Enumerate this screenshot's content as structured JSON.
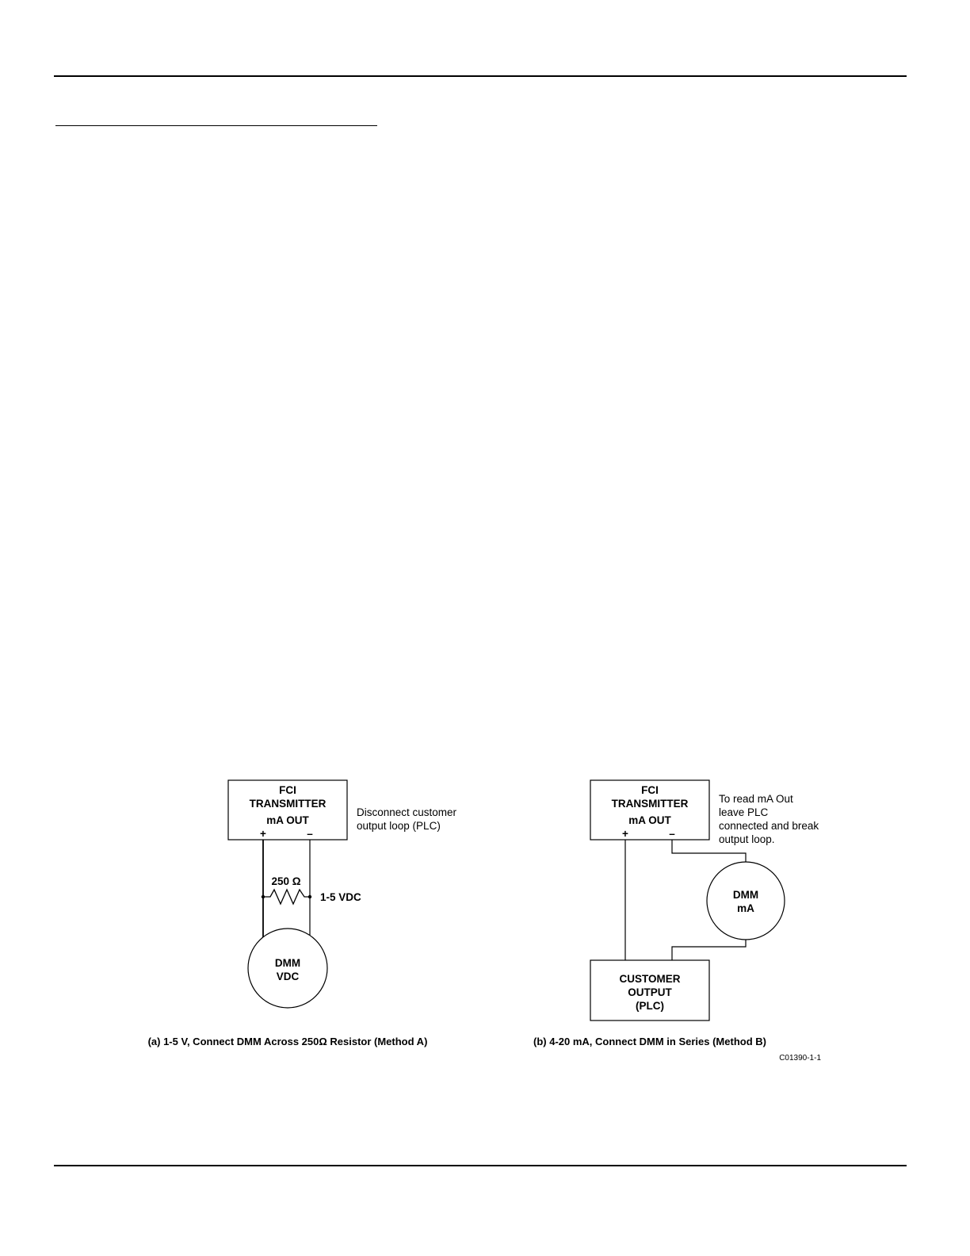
{
  "figure": {
    "left": {
      "transmitter": {
        "line1": "FCI",
        "line2": "TRANSMITTER",
        "line3": "mA OUT",
        "plus": "+",
        "minus": "–"
      },
      "note": {
        "line1": "Disconnect customer",
        "line2": "output loop (PLC)"
      },
      "resistor_label": "250 Ω",
      "voltage_label": "1-5 VDC",
      "meter": {
        "line1": "DMM",
        "line2": "VDC"
      },
      "caption": "(a) 1-5 V, Connect DMM Across 250Ω Resistor (Method A)"
    },
    "right": {
      "transmitter": {
        "line1": "FCI",
        "line2": "TRANSMITTER",
        "line3": "mA OUT",
        "plus": "+",
        "minus": "–"
      },
      "note": {
        "line1": "To read mA Out",
        "line2": "leave PLC",
        "line3": "connected and break",
        "line4": "output loop."
      },
      "meter": {
        "line1": "DMM",
        "line2": "mA"
      },
      "customer": {
        "line1": "CUSTOMER",
        "line2": "OUTPUT",
        "line3": "(PLC)"
      },
      "caption": "(b) 4-20 mA, Connect DMM in Series (Method B)"
    },
    "figure_code": "C01390-1-1"
  }
}
